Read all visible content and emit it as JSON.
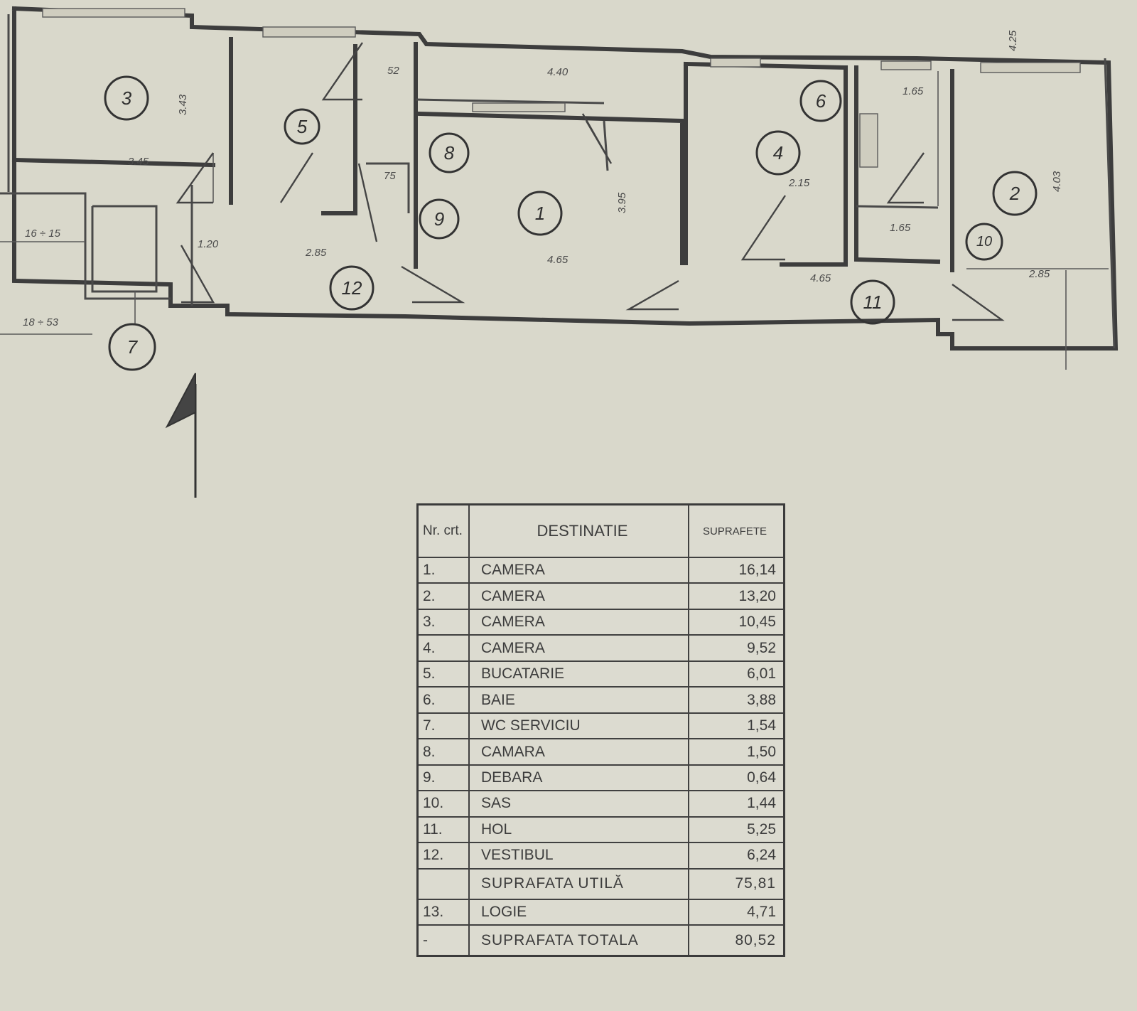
{
  "plan": {
    "rooms": [
      {
        "id": "1",
        "label": "1"
      },
      {
        "id": "2",
        "label": "2"
      },
      {
        "id": "3",
        "label": "3"
      },
      {
        "id": "4",
        "label": "4"
      },
      {
        "id": "5",
        "label": "5"
      },
      {
        "id": "6",
        "label": "6"
      },
      {
        "id": "7",
        "label": "7"
      },
      {
        "id": "8",
        "label": "8"
      },
      {
        "id": "9",
        "label": "9"
      },
      {
        "id": "10",
        "label": "10"
      },
      {
        "id": "11",
        "label": "11"
      },
      {
        "id": "12",
        "label": "12"
      }
    ],
    "dimensions": {
      "d345": "3.45",
      "d465a": "4.65",
      "d465b": "4.65",
      "d285a": "2.85",
      "d285b": "2.85",
      "d440": "4.40",
      "d165a": "1.65",
      "d165b": "1.65",
      "d120": "1.20",
      "d1853": "18 ÷ 53",
      "d1615": "16 ÷ 15",
      "d75": "75",
      "d52": "52",
      "d215": "2.15",
      "d425": "4.25",
      "d343": "3.43",
      "d403": "4.03",
      "d395": "3.95"
    }
  },
  "table": {
    "header": {
      "nr": "Nr. crt.",
      "dest": "DESTINATIE",
      "area": "SUPRAFETE"
    },
    "rows": [
      {
        "nr": "1.",
        "dest": "CAMERA",
        "area": "16,14"
      },
      {
        "nr": "2.",
        "dest": "CAMERA",
        "area": "13,20"
      },
      {
        "nr": "3.",
        "dest": "CAMERA",
        "area": "10,45"
      },
      {
        "nr": "4.",
        "dest": "CAMERA",
        "area": "9,52"
      },
      {
        "nr": "5.",
        "dest": "BUCATARIE",
        "area": "6,01"
      },
      {
        "nr": "6.",
        "dest": "BAIE",
        "area": "3,88"
      },
      {
        "nr": "7.",
        "dest": "WC SERVICIU",
        "area": "1,54"
      },
      {
        "nr": "8.",
        "dest": "CAMARA",
        "area": "1,50"
      },
      {
        "nr": "9.",
        "dest": "DEBARA",
        "area": "0,64"
      },
      {
        "nr": "10.",
        "dest": "SAS",
        "area": "1,44"
      },
      {
        "nr": "11.",
        "dest": "HOL",
        "area": "5,25"
      },
      {
        "nr": "12.",
        "dest": "VESTIBUL",
        "area": "6,24"
      }
    ],
    "util": {
      "nr": "",
      "dest": "SUPRAFATA  UTILĂ",
      "area": "75,81"
    },
    "logie": {
      "nr": "13.",
      "dest": "LOGIE",
      "area": "4,71"
    },
    "total": {
      "nr": "-",
      "dest": "SUPRAFATA  TOTALA",
      "area": "80,52"
    }
  }
}
